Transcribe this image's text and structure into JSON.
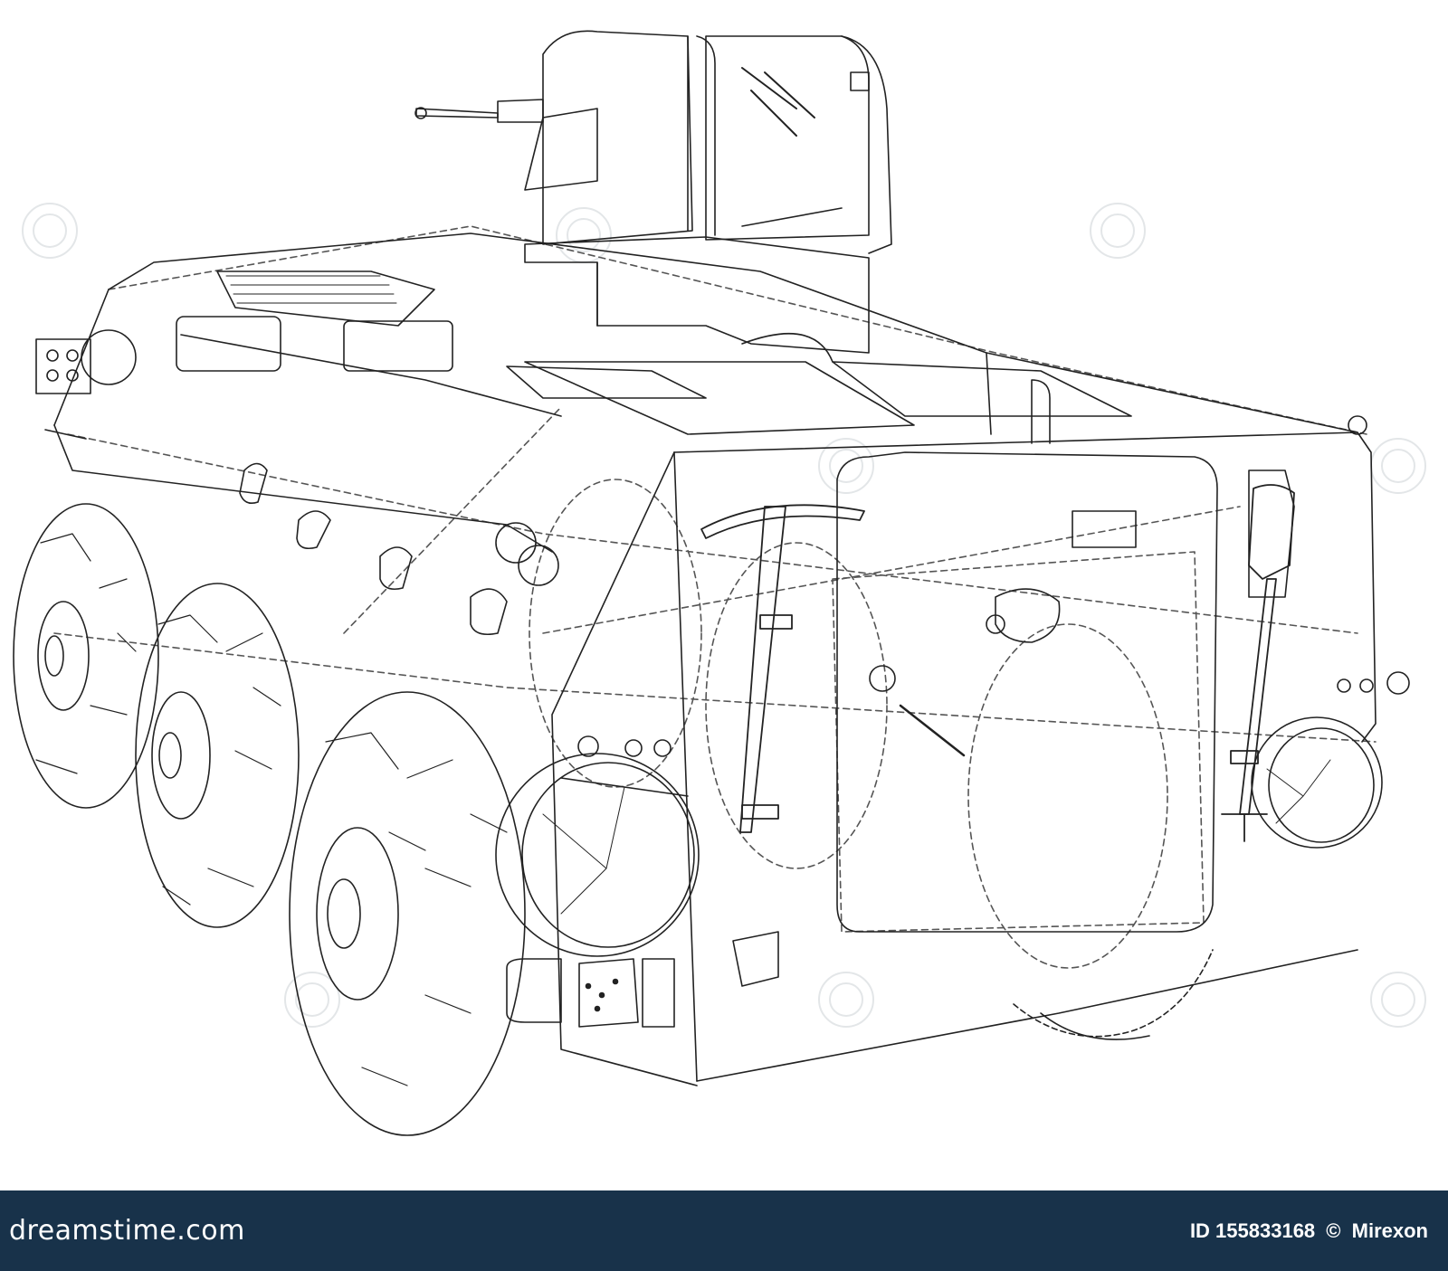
{
  "footer": {
    "brand": "dreamstime.com",
    "image_id_label": "ID 155833168",
    "copyright_symbol": "©",
    "author": "Mirexon",
    "background_color": "#18324a"
  },
  "illustration": {
    "subject": "armored personnel carrier wireframe line drawing",
    "line_color": "#222222",
    "background_color": "#ffffff"
  }
}
